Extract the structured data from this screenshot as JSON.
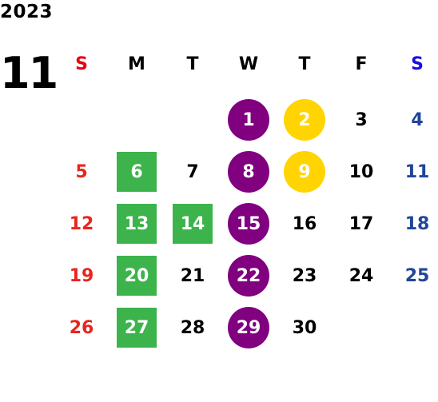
{
  "calendar": {
    "year": "2023",
    "month": "11",
    "weekdays": [
      {
        "label": "S",
        "color": "#e60012"
      },
      {
        "label": "M",
        "color": "#000000"
      },
      {
        "label": "T",
        "color": "#000000"
      },
      {
        "label": "W",
        "color": "#000000"
      },
      {
        "label": "T",
        "color": "#000000"
      },
      {
        "label": "F",
        "color": "#000000"
      },
      {
        "label": "S",
        "color": "#1a0fe0"
      }
    ],
    "colors": {
      "sunday": "#e8251f",
      "saturday": "#21459a",
      "weekday": "#000000",
      "purple_circle": "#800080",
      "yellow_circle": "#ffd400",
      "green_square": "#3cb44b"
    },
    "weeks": [
      [
        null,
        null,
        null,
        {
          "d": "1",
          "mark": "purple-circle"
        },
        {
          "d": "2",
          "mark": "yellow-circle"
        },
        {
          "d": "3"
        },
        {
          "d": "4"
        }
      ],
      [
        {
          "d": "5"
        },
        {
          "d": "6",
          "mark": "green-square"
        },
        {
          "d": "7"
        },
        {
          "d": "8",
          "mark": "purple-circle"
        },
        {
          "d": "9",
          "mark": "yellow-circle"
        },
        {
          "d": "10"
        },
        {
          "d": "11"
        }
      ],
      [
        {
          "d": "12"
        },
        {
          "d": "13",
          "mark": "green-square"
        },
        {
          "d": "14",
          "mark": "green-square"
        },
        {
          "d": "15",
          "mark": "purple-circle"
        },
        {
          "d": "16"
        },
        {
          "d": "17"
        },
        {
          "d": "18"
        }
      ],
      [
        {
          "d": "19"
        },
        {
          "d": "20",
          "mark": "green-square"
        },
        {
          "d": "21"
        },
        {
          "d": "22",
          "mark": "purple-circle"
        },
        {
          "d": "23"
        },
        {
          "d": "24"
        },
        {
          "d": "25"
        }
      ],
      [
        {
          "d": "26"
        },
        {
          "d": "27",
          "mark": "green-square"
        },
        {
          "d": "28"
        },
        {
          "d": "29",
          "mark": "purple-circle"
        },
        {
          "d": "30"
        },
        null,
        null
      ]
    ]
  }
}
